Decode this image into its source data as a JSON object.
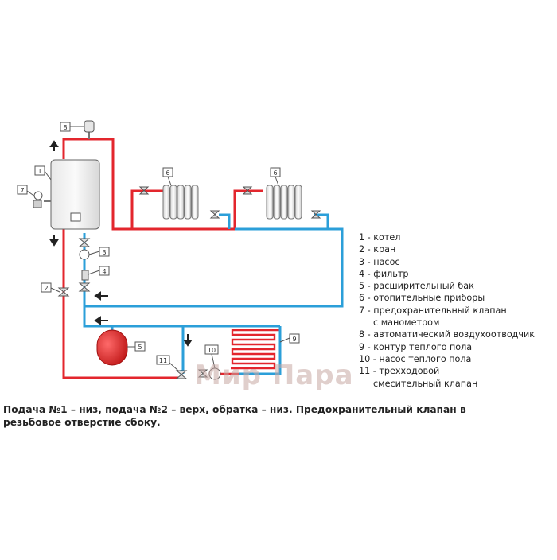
{
  "labels": {
    "n1": "1",
    "n2": "2",
    "n3": "3",
    "n4": "4",
    "n5": "5",
    "n6a": "6",
    "n6b": "6",
    "n7": "7",
    "n8": "8",
    "n9": "9",
    "n10": "10",
    "n11": "11"
  },
  "legend": [
    "1 - котел",
    "2 - кран",
    "3 - насос",
    "4 - фильтр",
    "5 - расширительный бак",
    "6 - отопительные приборы",
    "7 - предохранительный клапан",
    "с манометром",
    "8 - автоматический воздухоотводчик",
    "9 - контур теплого пола",
    "10 - насос теплого пола",
    "11 - трехходовой",
    "смесительный клапан"
  ],
  "caption": "Подача №1 – низ, подача №2 – верх, обратка – низ. Предохранительный клапан в резьбовое отверстие сбоку.",
  "watermark": "Мир Пара",
  "colors": {
    "supply": "#e3262d",
    "return": "#2b9fd9",
    "tank": "#e3262d",
    "arrow": "#222222"
  }
}
